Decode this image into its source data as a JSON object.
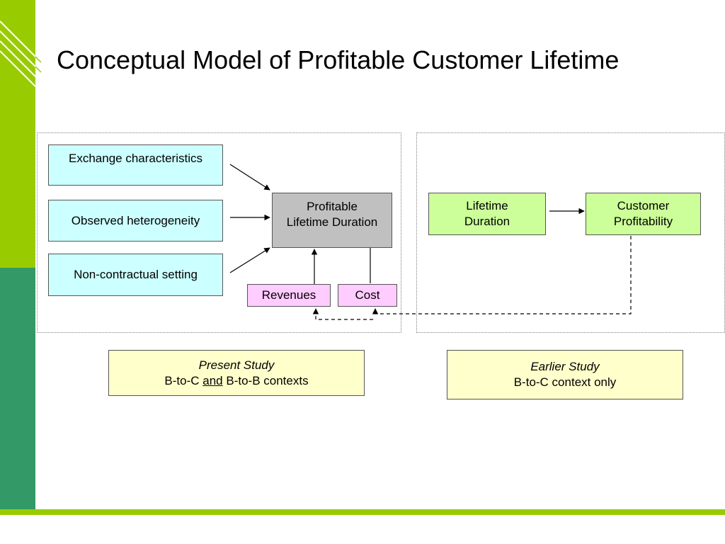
{
  "slide": {
    "title": "Conceptual Model of Profitable Customer Lifetime"
  },
  "present_model": {
    "drivers": [
      {
        "label": "Exchange characteristics"
      },
      {
        "label": "Observed heterogeneity"
      },
      {
        "label": "Non-contractual setting"
      }
    ],
    "outcome": {
      "line1": "Profitable",
      "line2": "Lifetime Duration"
    },
    "components": [
      {
        "label": "Revenues"
      },
      {
        "label": "Cost"
      }
    ]
  },
  "earlier_model": {
    "duration": {
      "line1": "Lifetime",
      "line2": "Duration"
    },
    "profitability": {
      "line1": "Customer",
      "line2": "Profitability"
    }
  },
  "notes": {
    "present": {
      "heading": "Present Study",
      "pre": "B-to-C ",
      "emph": "and",
      "post": " B-to-B contexts"
    },
    "earlier": {
      "heading": "Earlier Study",
      "body": "B-to-C context only"
    }
  },
  "colors": {
    "accent_lime": "#99cc00",
    "accent_teal": "#339966",
    "driver_fill": "#ccffff",
    "outcome_fill": "#c0c0c0",
    "component_fill": "#ffccff",
    "earlier_fill": "#ccff99",
    "note_fill": "#ffffcc"
  }
}
